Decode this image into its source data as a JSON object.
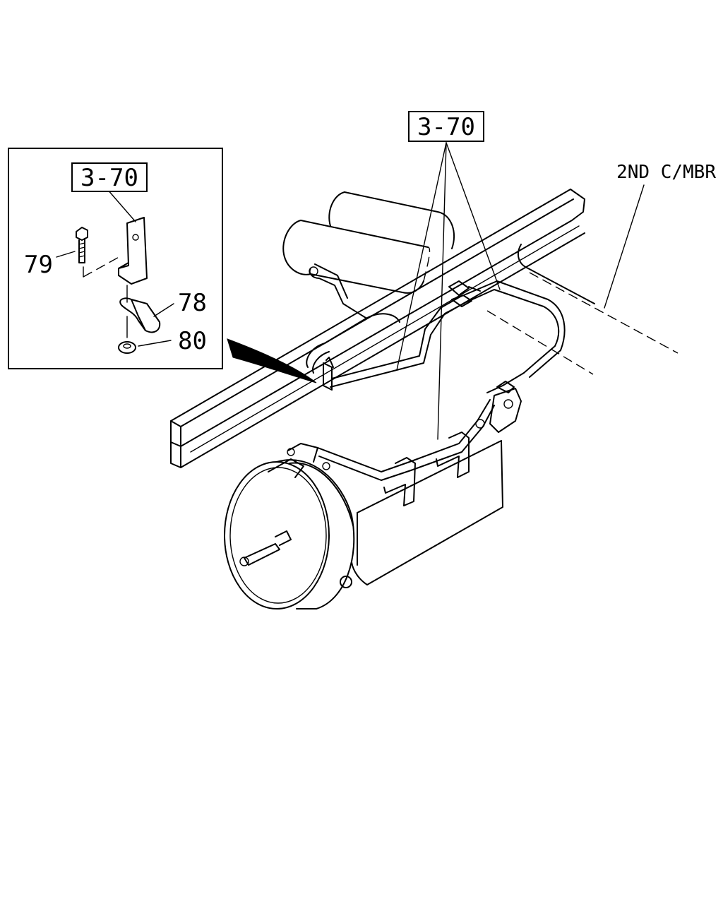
{
  "diagram": {
    "callouts": {
      "ref_main": "3-70",
      "ref_inset": "3-70",
      "member_label": "2ND C/MBR",
      "part_79": "79",
      "part_78": "78",
      "part_80": "80"
    },
    "icons": [
      "bolt-icon",
      "clip-icon",
      "nut-icon",
      "bracket-icon",
      "brake-chamber-icon",
      "air-tank-icon"
    ]
  }
}
